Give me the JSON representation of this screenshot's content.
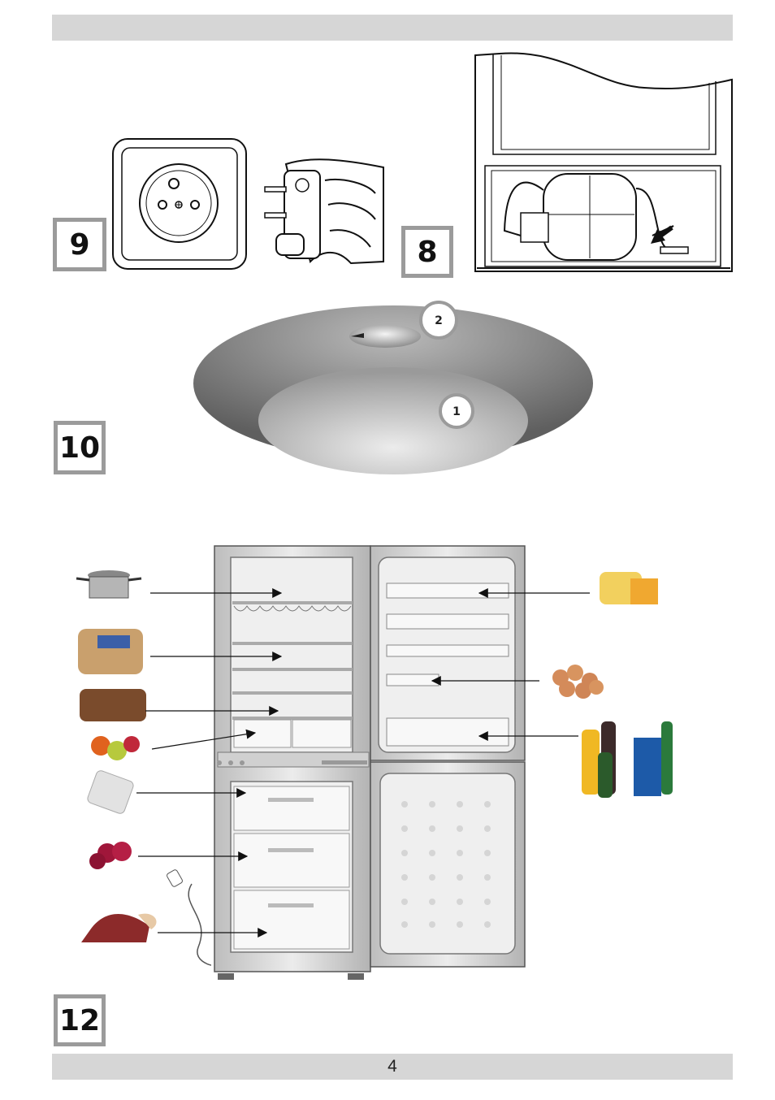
{
  "header": {
    "bar": ""
  },
  "figures": {
    "fig9": "9",
    "fig8": "8",
    "fig10": "10",
    "fig12": "12"
  },
  "lamp": {
    "callout_1": "1",
    "callout_2": "2"
  },
  "footer": {
    "page_number": "4"
  },
  "colors": {
    "bar": "#d6d6d6",
    "box_border": "#9b9b9b",
    "lamp_dark": "#6f6f6f",
    "lamp_light": "#e4e4e4"
  }
}
